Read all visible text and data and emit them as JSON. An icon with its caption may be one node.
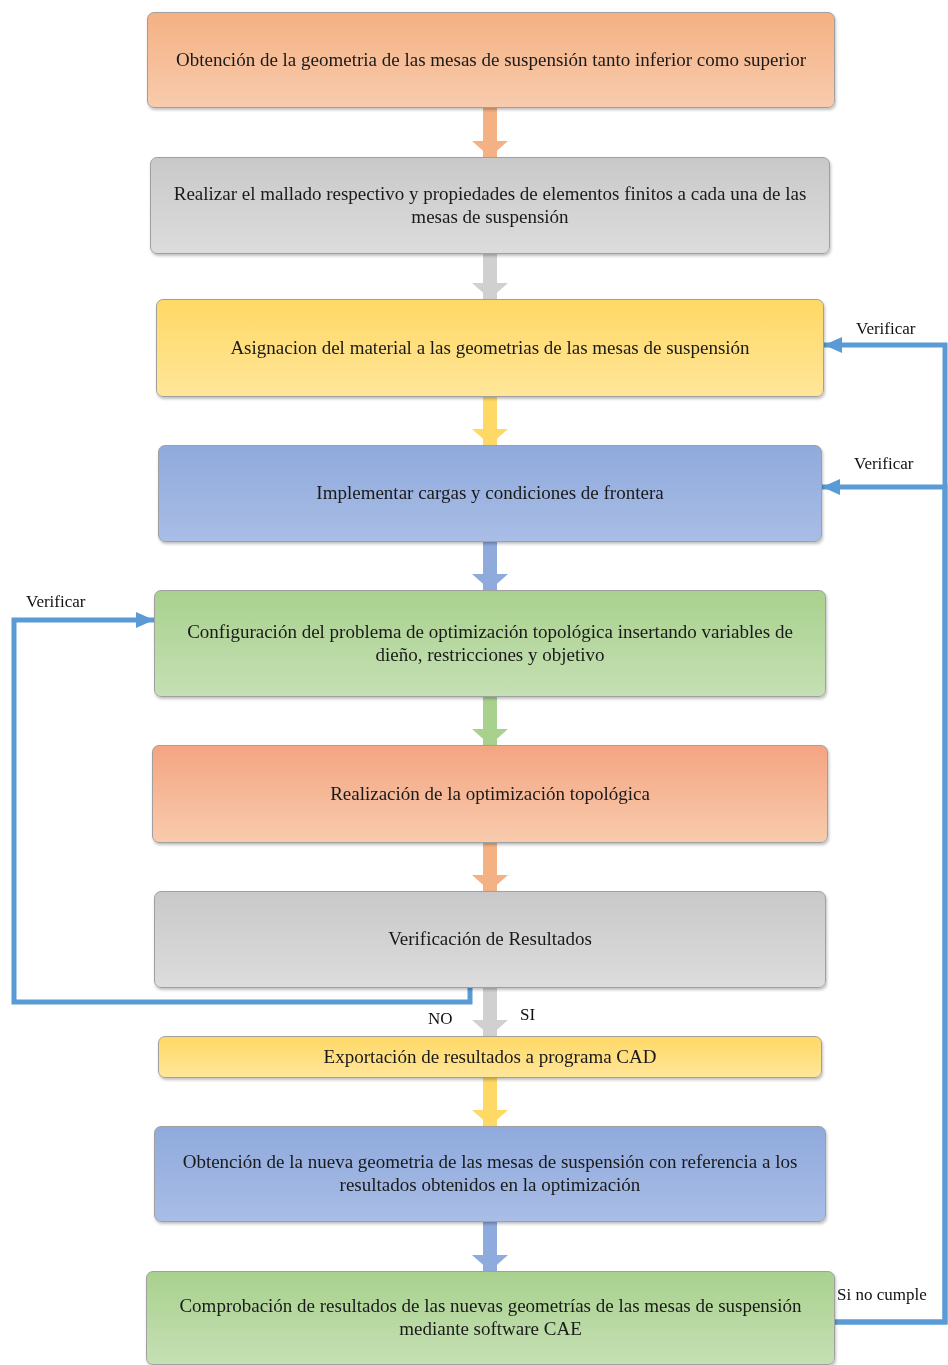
{
  "diagram": {
    "nodes": [
      {
        "text": [
          "Obtención de la geometria de las mesas de suspensión tanto inferior como superior"
        ]
      },
      {
        "text": [
          "Realizar el mallado respectivo y propiedades de elementos finitos a cada una de las mesas de suspensión"
        ]
      },
      {
        "text": [
          "Asignacion del material a las geometrias de las mesas de suspensión"
        ]
      },
      {
        "text": [
          "Implementar cargas y condiciones de frontera"
        ]
      },
      {
        "text": [
          "Configuración del problema de  optimización topológica insertando variables de dieño, restricciones y objetivo"
        ]
      },
      {
        "text": [
          "Realización de la optimización topológica"
        ]
      },
      {
        "text": [
          "Verificación de Resultados"
        ]
      },
      {
        "text": [
          "Exportación de resultados a programa CAD"
        ]
      },
      {
        "text": [
          "Obtención de la nueva geometria de las mesas de suspensión con referencia a los resultados obtenidos en la optimización"
        ]
      },
      {
        "text": [
          "Comprobación de resultados de las nuevas geometrías de las mesas de suspensión mediante software CAE"
        ],
        "beside": [
          "Si no cumple"
        ]
      }
    ],
    "edges": [
      {
        "from": 0,
        "to": 1,
        "arrow": "to",
        "color": "#f4b183"
      },
      {
        "from": 1,
        "to": 2,
        "arrow": "to",
        "color": "#d0d0d0"
      },
      {
        "from": 2,
        "to": 3,
        "arrow": "to",
        "color": "#ffd966"
      },
      {
        "from": 3,
        "to": 4,
        "arrow": "to",
        "color": "#8faadc"
      },
      {
        "from": 4,
        "to": 5,
        "arrow": "to",
        "color": "#a9d18e"
      },
      {
        "from": 5,
        "to": 6,
        "arrow": "to",
        "color": "#f4b183"
      },
      {
        "from": 6,
        "to": 7,
        "arrow": "to",
        "color": "#d0d0d0",
        "label": "SI"
      },
      {
        "from": 7,
        "to": 8,
        "arrow": "to",
        "color": "#ffd966"
      },
      {
        "from": 8,
        "to": 9,
        "arrow": "to",
        "color": "#8faadc"
      },
      {
        "from": 6,
        "to": 4,
        "arrow": "to",
        "color": "#5b9bd5",
        "label": "Verificar"
      },
      {
        "from": 9,
        "to": 2,
        "arrow": "to",
        "color": "#5b9bd5",
        "label": "Verificar"
      },
      {
        "from": 9,
        "to": 3,
        "arrow": "to",
        "color": "#5b9bd5",
        "label": "Verificar"
      }
    ],
    "labels": [
      "NO"
    ]
  }
}
